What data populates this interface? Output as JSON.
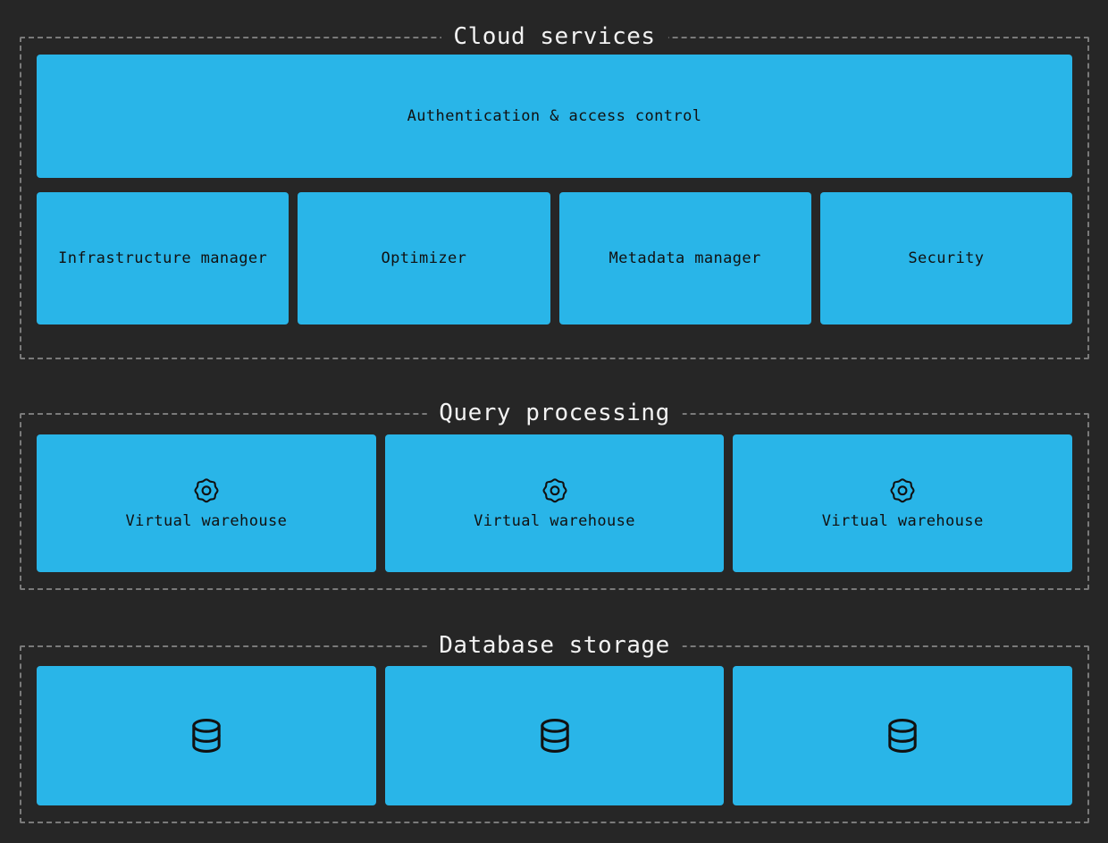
{
  "theme": {
    "background": "#262626",
    "node_fill": "#29b5e8",
    "node_text": "#111111",
    "group_border": "#7a7a7a",
    "group_title_text": "#f2f2f2"
  },
  "diagram": {
    "type": "architecture-layers",
    "groups": [
      {
        "id": "cloud-services",
        "title": "Cloud services",
        "rows": [
          {
            "id": "auth-row",
            "nodes": [
              {
                "label": "Authentication & access control",
                "icon": null
              }
            ]
          },
          {
            "id": "services-row",
            "nodes": [
              {
                "label": "Infrastructure manager",
                "icon": null
              },
              {
                "label": "Optimizer",
                "icon": null
              },
              {
                "label": "Metadata manager",
                "icon": null
              },
              {
                "label": "Security",
                "icon": null
              }
            ]
          }
        ]
      },
      {
        "id": "query-processing",
        "title": "Query processing",
        "rows": [
          {
            "id": "warehouses-row",
            "nodes": [
              {
                "label": "Virtual warehouse",
                "icon": "gear-icon"
              },
              {
                "label": "Virtual warehouse",
                "icon": "gear-icon"
              },
              {
                "label": "Virtual warehouse",
                "icon": "gear-icon"
              }
            ]
          }
        ]
      },
      {
        "id": "database-storage",
        "title": "Database storage",
        "rows": [
          {
            "id": "stores-row",
            "nodes": [
              {
                "label": "",
                "icon": "database-icon"
              },
              {
                "label": "",
                "icon": "database-icon"
              },
              {
                "label": "",
                "icon": "database-icon"
              }
            ]
          }
        ]
      }
    ]
  }
}
